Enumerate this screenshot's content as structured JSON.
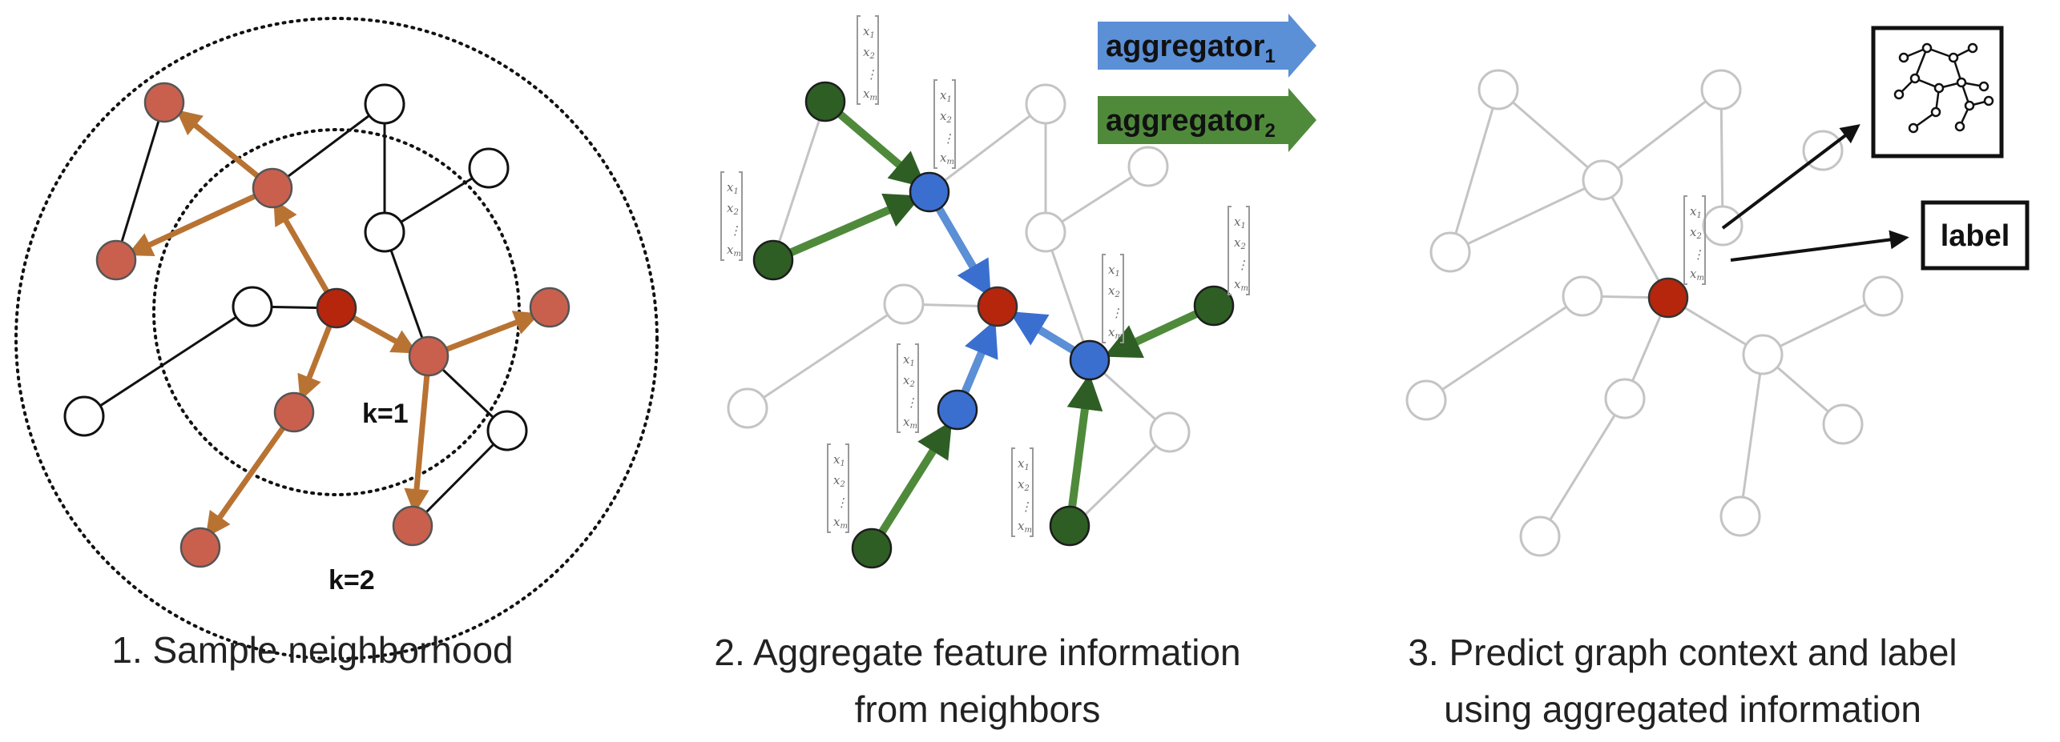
{
  "panel1": {
    "label_k1": "k=1",
    "label_k2": "k=2",
    "caption": "1. Sample neighborhood"
  },
  "panel2": {
    "aggregator1_base": "aggregator",
    "aggregator1_sub": "1",
    "aggregator2_base": "aggregator",
    "aggregator2_sub": "2",
    "caption_line1": "2. Aggregate feature information",
    "caption_line2": "from neighbors"
  },
  "panel3": {
    "label_box": "label",
    "caption_line1": "3. Predict graph context and label",
    "caption_line2": "using aggregated information"
  },
  "feature_vector": {
    "x1": "x",
    "x1_sub": "1",
    "x2": "x",
    "x2_sub": "2",
    "dots": "⋮",
    "xm": "x",
    "xm_sub": "m"
  },
  "colors": {
    "target_node": "#b5260d",
    "sampled_node": "#c9604e",
    "hop1_node": "#3a6fcf",
    "hop2_node": "#2e5e24",
    "sample_arrow": "#b87333",
    "aggregator1_arrow": "#5b8fd6",
    "aggregator2_arrow": "#4f8a3b",
    "faded_edge": "#c4c4c4"
  }
}
